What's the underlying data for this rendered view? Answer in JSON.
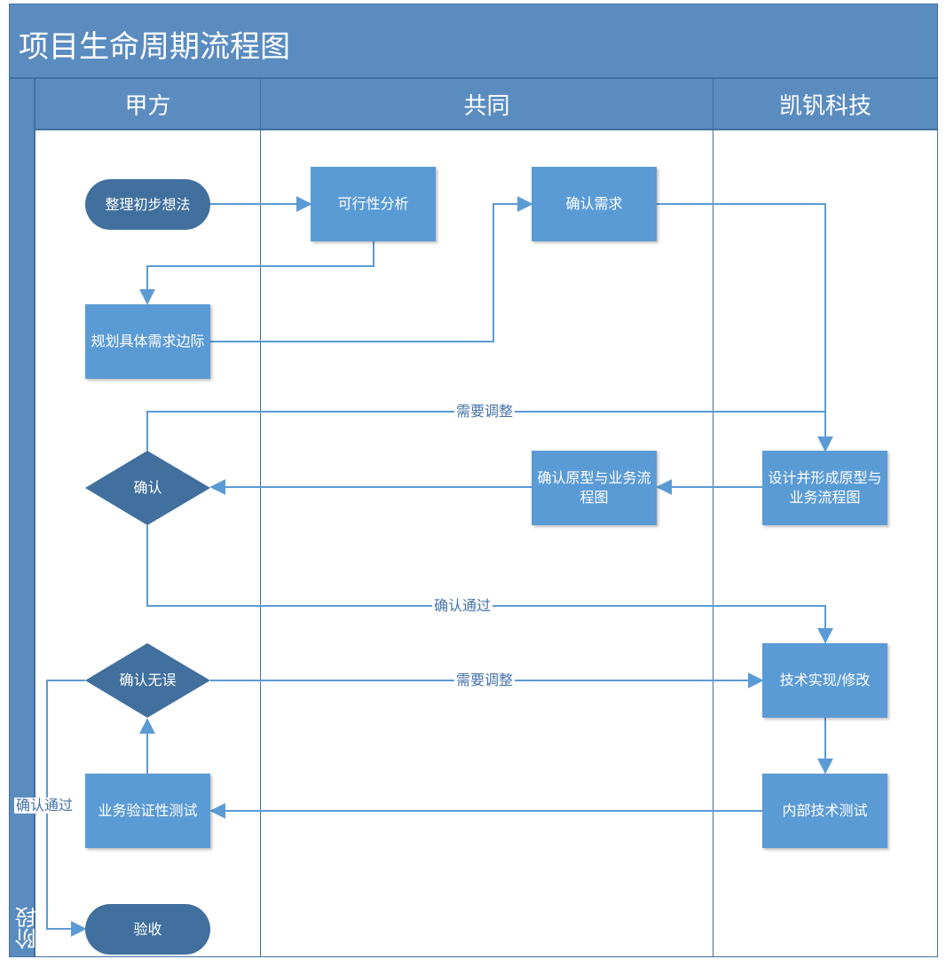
{
  "title": "项目生命周期流程图",
  "phase_label": "阶段",
  "lanes": [
    "甲方",
    "共同",
    "凯钒科技"
  ],
  "nodes": {
    "organize": "整理初步想法",
    "feasibility": "可行性分析",
    "confirm_req": "确认需求",
    "plan_scope": "规划具体需求边际",
    "confirm": "确认",
    "confirm_proto": "确认原型与业务流程图",
    "design_proto": "设计并形成原型与业务流程图",
    "confirm_ok": "确认无误",
    "tech_impl": "技术实现/修改",
    "biz_test": "业务验证性测试",
    "internal_test": "内部技术测试",
    "accept": "验收"
  },
  "edge_labels": {
    "adjust_1": "需要调整",
    "pass_1": "确认通过",
    "adjust_2": "需要调整",
    "pass_2": "确认通过"
  },
  "colors": {
    "header": "#5b8cc0",
    "process": "#5b9bd5",
    "decision": "#41709f",
    "line": "#5b9bd5"
  }
}
